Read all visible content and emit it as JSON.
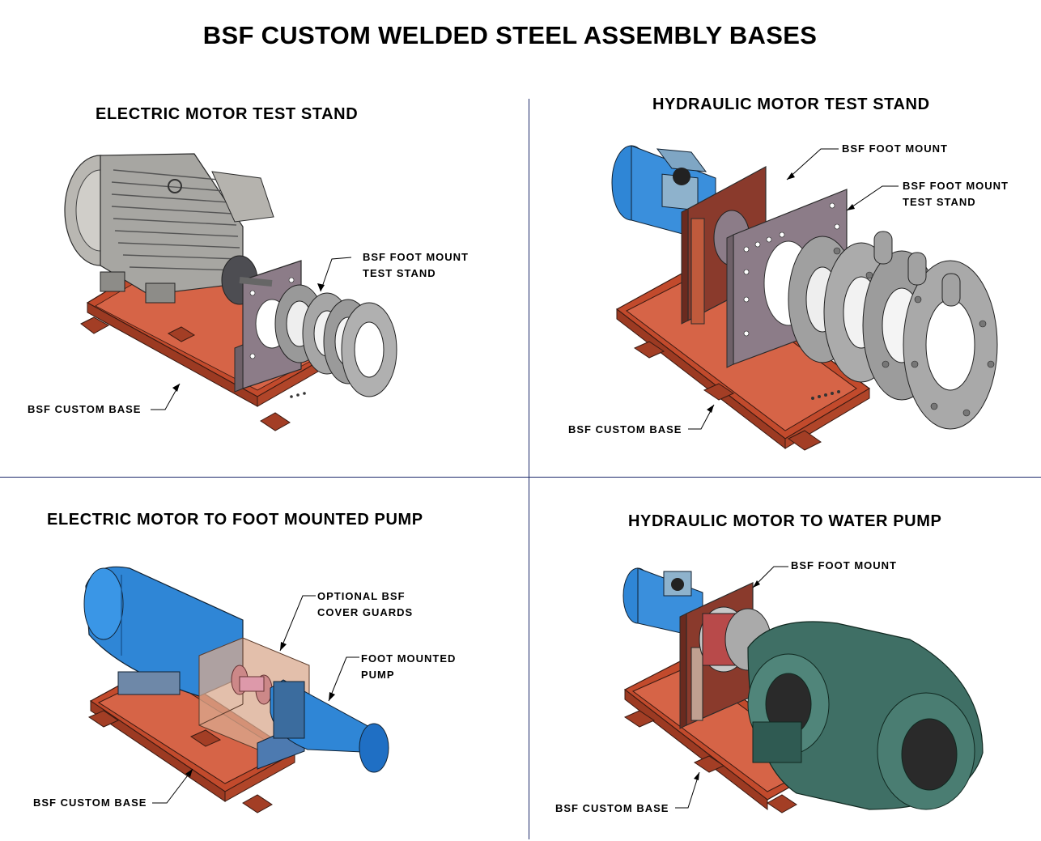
{
  "title": "BSF CUSTOM WELDED STEEL ASSEMBLY BASES",
  "colors": {
    "base_red": "#c24a2c",
    "plate_brown": "#8a3a2c",
    "plate_mauve": "#8c7c88",
    "motor_blue": "#2f86d6",
    "motor_grey": "#9a9aa0",
    "pump_green": "#3f6f65",
    "guard_tint": "#d9a98f",
    "divider": "#1d2a6b"
  },
  "panels": {
    "top_left": {
      "title": "ELECTRIC MOTOR TEST STAND",
      "callouts": {
        "foot_mount_line1": "BSF FOOT MOUNT",
        "foot_mount_line2": "TEST STAND",
        "custom_base": "BSF CUSTOM BASE"
      }
    },
    "top_right": {
      "title": "HYDRAULIC MOTOR TEST STAND",
      "callouts": {
        "foot_mount": "BSF FOOT MOUNT",
        "test_stand_line1": "BSF FOOT MOUNT",
        "test_stand_line2": "TEST STAND",
        "custom_base": "BSF CUSTOM BASE"
      }
    },
    "bottom_left": {
      "title": "ELECTRIC MOTOR TO FOOT MOUNTED PUMP",
      "callouts": {
        "guards_line1": "OPTIONAL BSF",
        "guards_line2": "COVER GUARDS",
        "pump_line1": "FOOT MOUNTED",
        "pump_line2": "PUMP",
        "custom_base": "BSF CUSTOM BASE"
      }
    },
    "bottom_right": {
      "title": "HYDRAULIC MOTOR TO WATER PUMP",
      "callouts": {
        "foot_mount": "BSF FOOT MOUNT",
        "custom_base": "BSF CUSTOM BASE"
      }
    }
  }
}
